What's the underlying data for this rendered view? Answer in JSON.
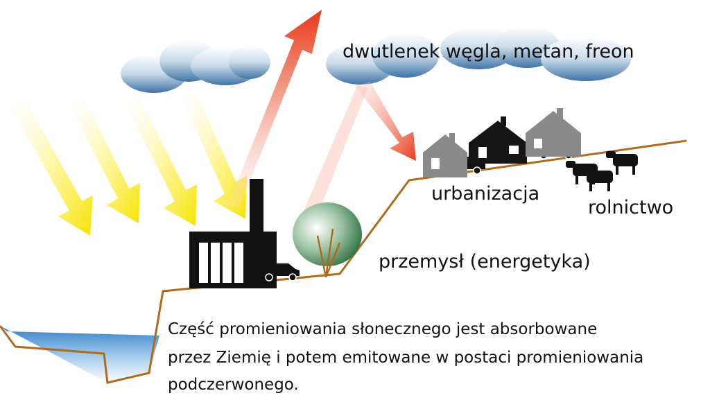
{
  "labels": {
    "gases": "dwutlenek węgla, metan, freon",
    "urbanization": "urbanizacja",
    "agriculture": "rolnictwo",
    "industry": "przemysł (energetyka)"
  },
  "caption": {
    "line1": "Część promieniowania słonecznego jest absorbowane",
    "line2": "przez Ziemię i potem emitowane w postaci promieniowania",
    "line3": "podczerwonego."
  },
  "colors": {
    "sun_ray": "#f5e400",
    "heat_arrow": "#e83a1c",
    "ground_line": "#b06a1e",
    "water": "#5aa0d8",
    "cloud": "#4a7fb0",
    "factory": "#111111",
    "house_dark": "#151515",
    "house_gray": "#8a8a8a",
    "tree": "#2f6f3e"
  }
}
